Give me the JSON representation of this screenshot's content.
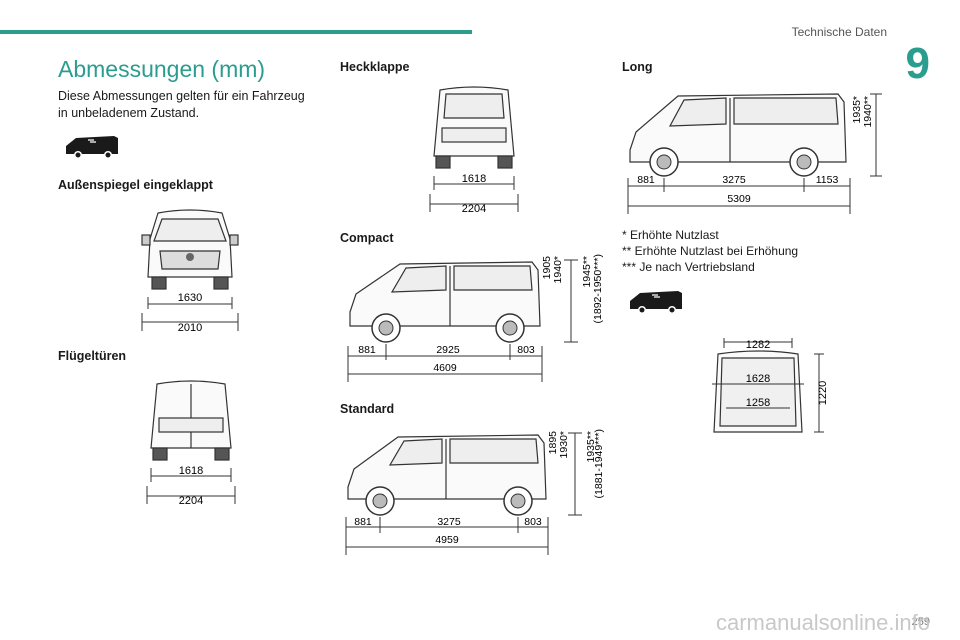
{
  "header": {
    "section": "Technische Daten",
    "chapter": "9"
  },
  "title": "Abmessungen (mm)",
  "intro": "Diese Abmessungen gelten für ein Fahrzeug in unbeladenem Zustand.",
  "labels": {
    "mirrors": "Außenspiegel eingeklappt",
    "wing_doors": "Flügeltüren",
    "tailgate": "Heckklappe",
    "compact": "Compact",
    "standard": "Standard",
    "long": "Long"
  },
  "front": {
    "width_body": "1630",
    "width_total": "2010"
  },
  "wing": {
    "width_body": "1618",
    "width_total": "2204"
  },
  "tail": {
    "width_body": "1618",
    "width_total": "2204"
  },
  "compact": {
    "overhang_front": "881",
    "wheelbase": "2925",
    "overhang_rear": "803",
    "length": "4609",
    "heights": [
      "1905",
      "1940*",
      "1945**",
      "(1892-1950***)"
    ]
  },
  "standard": {
    "overhang_front": "881",
    "wheelbase": "3275",
    "overhang_rear": "803",
    "length": "4959",
    "heights": [
      "1895",
      "1930*",
      "1935**",
      "(1881-1949***)"
    ]
  },
  "long": {
    "overhang_front": "881",
    "wheelbase": "3275",
    "overhang_rear": "1153",
    "length": "5309",
    "heights": [
      "1935*",
      "1940**"
    ]
  },
  "notes": [
    "* Erhöhte Nutzlast",
    "** Erhöhte Nutzlast bei Erhöhung",
    "*** Je nach Vertriebsland"
  ],
  "cargo": {
    "width_top": "1282",
    "width_mid": "1628",
    "width_bottom": "1258",
    "height": "1220"
  },
  "page_number": "259",
  "watermark": "carmanualsonline.info"
}
